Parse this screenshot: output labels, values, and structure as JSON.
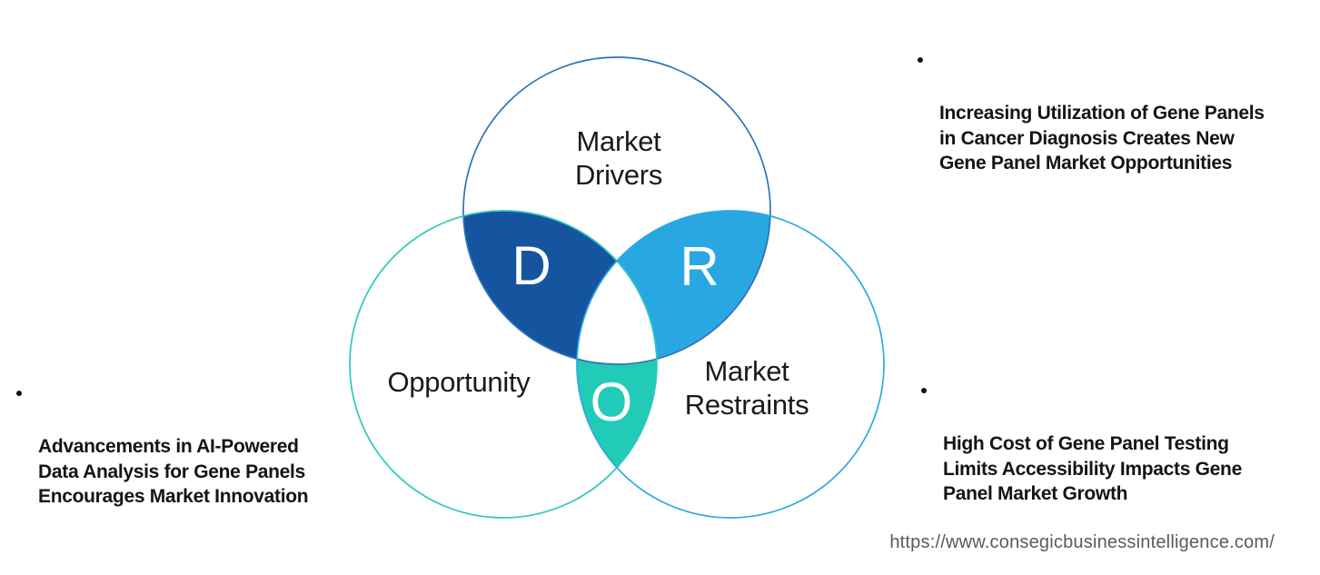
{
  "venn": {
    "circles": [
      {
        "name": "drivers",
        "label": "Market\nDrivers",
        "stroke": "#2E74B5"
      },
      {
        "name": "opportunity",
        "label": "Opportunity",
        "stroke": "#2DC8BE"
      },
      {
        "name": "restraints",
        "label": "Market\nRestraints",
        "stroke": "#2EA9E1"
      }
    ],
    "intersections": [
      {
        "letter": "D",
        "fill": "#1555A0",
        "meaning": "Market Drivers overlap"
      },
      {
        "letter": "R",
        "fill": "#29A7E3",
        "meaning": "Market Restraints overlap"
      },
      {
        "letter": "O",
        "fill": "#21CBB7",
        "meaning": "Opportunity overlap"
      }
    ]
  },
  "bullets": {
    "top_right": "Increasing Utilization of Gene Panels\nin Cancer Diagnosis Creates New\nGene Panel Market Opportunities",
    "left": "Advancements in AI-Powered\nData Analysis for Gene Panels\nEncourages Market Innovation",
    "bottom_right": "High Cost of Gene Panel Testing\nLimits Accessibility Impacts Gene\nPanel Market Growth"
  },
  "footer": {
    "url": "https://www.consegicbusinessintelligence.com/"
  }
}
